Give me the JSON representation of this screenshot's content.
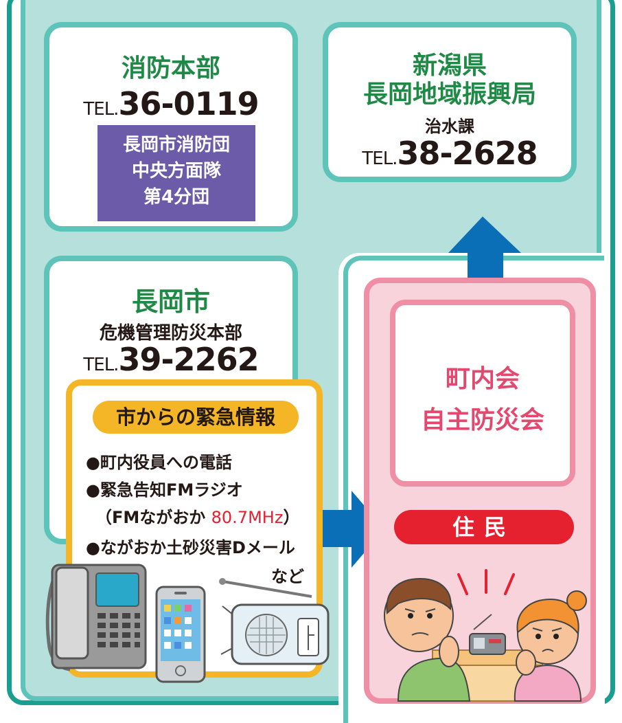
{
  "fire_dept": {
    "title": "消防本部",
    "tel_prefix": "TEL.",
    "tel_number": "36-0119",
    "brigade_lines": [
      "長岡市消防団",
      "中央方面隊",
      "第4分団"
    ]
  },
  "prefecture": {
    "title_line1": "新潟県",
    "title_line2": "長岡地域振興局",
    "section": "治水課",
    "tel_prefix": "TEL.",
    "tel_number": "38-2628"
  },
  "city": {
    "title": "長岡市",
    "dept": "危機管理防災本部",
    "tel_prefix": "TEL.",
    "tel_number": "39-2262"
  },
  "city_info": {
    "heading": "市からの緊急情報",
    "item1": "●町内役員への電話",
    "item2": "●緊急告知FMラジオ",
    "item3_pre": "（FMながおか ",
    "item3_freq": "80.7MHz",
    "item3_post": "）",
    "item4": "●ながおか土砂災害Dメール",
    "item5": "など"
  },
  "community": {
    "line1": "町内会",
    "line2": "自主防災会"
  },
  "residents": {
    "label": "住民"
  },
  "colors": {
    "teal": "#5ec4b9",
    "teal_bg": "#b5e0db",
    "green_text": "#1f8a46",
    "purple": "#6b5ba8",
    "yellow": "#f4b626",
    "pink": "#ef8fa6",
    "pink_bg": "#f8d3dc",
    "red": "#e5202f",
    "arrow_blue": "#0b6fb8"
  },
  "icons": [
    "desk-phone-icon",
    "smartphone-icon",
    "radio-icon",
    "worried-residents-illustration"
  ]
}
